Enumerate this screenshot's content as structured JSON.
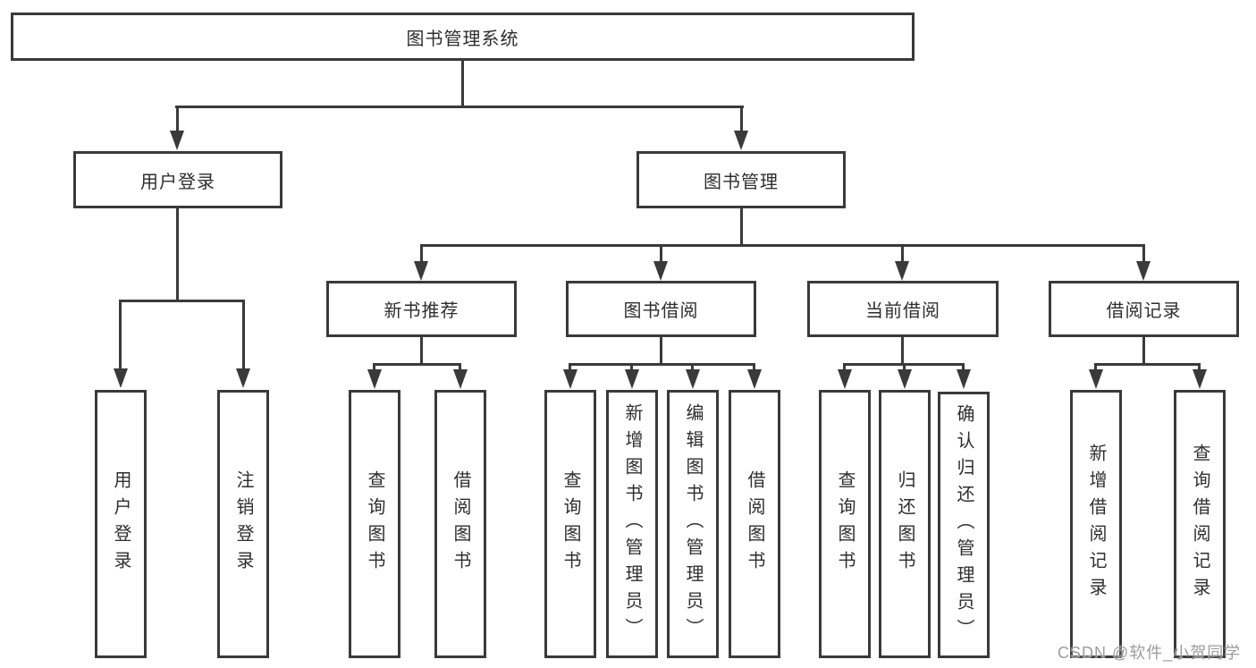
{
  "diagram": {
    "root": {
      "label": "图书管理系统"
    },
    "level2": [
      {
        "id": "user-login",
        "label": "用户登录"
      },
      {
        "id": "book-management",
        "label": "图书管理"
      }
    ],
    "level3": [
      {
        "id": "new-book-recommendation",
        "label": "新书推荐",
        "parent": "图书管理"
      },
      {
        "id": "book-borrowing",
        "label": "图书借阅",
        "parent": "图书管理"
      },
      {
        "id": "current-borrowing",
        "label": "当前借阅",
        "parent": "图书管理"
      },
      {
        "id": "borrowing-records",
        "label": "借阅记录",
        "parent": "图书管理"
      }
    ],
    "leaves": [
      {
        "label": "用户登录",
        "parent": "用户登录"
      },
      {
        "label": "注销登录",
        "parent": "用户登录"
      },
      {
        "label": "查询图书",
        "parent": "新书推荐"
      },
      {
        "label": "借阅图书",
        "parent": "新书推荐"
      },
      {
        "label": "查询图书",
        "parent": "图书借阅"
      },
      {
        "label": "新增图书（管理员）",
        "parent": "图书借阅"
      },
      {
        "label": "编辑图书（管理员）",
        "parent": "图书借阅"
      },
      {
        "label": "借阅图书",
        "parent": "图书借阅"
      },
      {
        "label": "查询图书",
        "parent": "当前借阅"
      },
      {
        "label": "归还图书",
        "parent": "当前借阅"
      },
      {
        "label": "确认归还（管理员）",
        "parent": "当前借阅"
      },
      {
        "label": "新增借阅记录",
        "parent": "借阅记录"
      },
      {
        "label": "查询借阅记录",
        "parent": "借阅记录"
      }
    ],
    "watermark": "CSDN @软件_小贺同学",
    "colors": {
      "line": "#3a3a3a",
      "text": "#2e2e2e",
      "watermark": "#9c9c9c",
      "background": "#ffffff"
    }
  }
}
